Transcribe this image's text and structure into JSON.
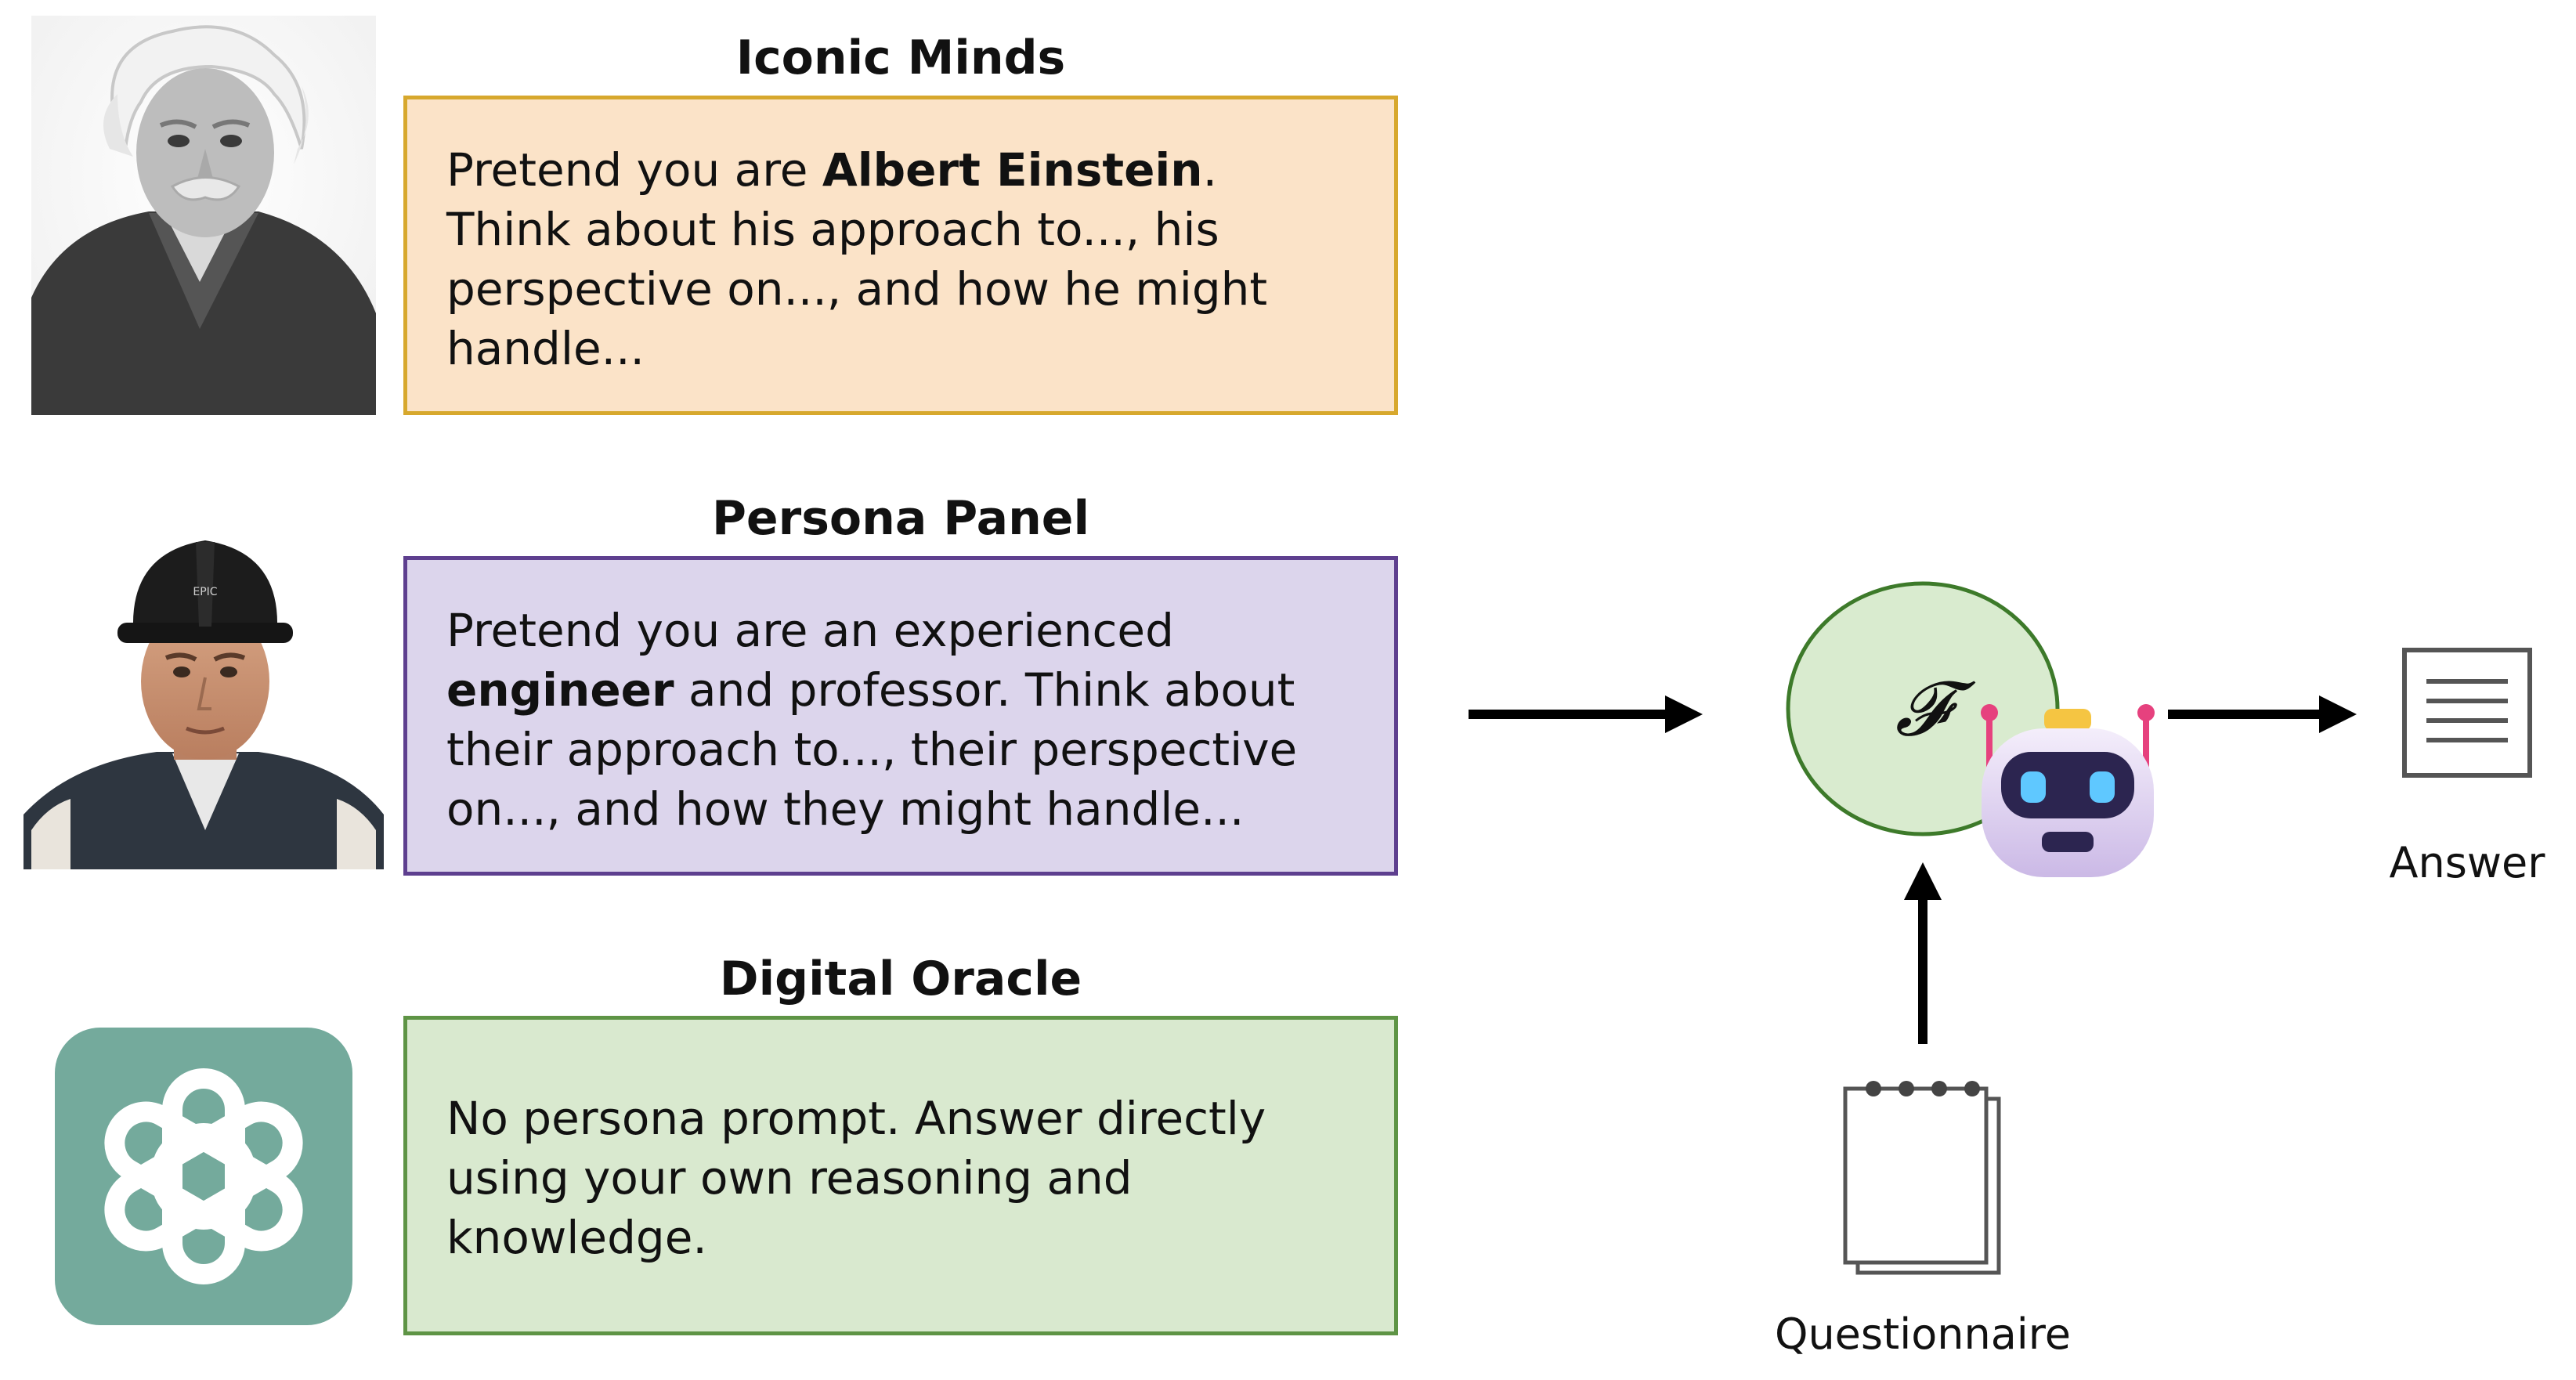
{
  "sections": [
    {
      "title": "Iconic Minds",
      "prompt_parts": [
        {
          "text": "Pretend you are ",
          "bold": false
        },
        {
          "text": "Albert Einstein",
          "bold": true
        },
        {
          "text": ". Think about his approach to..., his perspective on..., and how he might handle...",
          "bold": false
        }
      ]
    },
    {
      "title": "Persona Panel",
      "prompt_parts": [
        {
          "text": "Pretend you are an experienced ",
          "bold": false
        },
        {
          "text": "engineer",
          "bold": true
        },
        {
          "text": " and professor. Think about their approach to..., their perspective on..., and how they might handle...",
          "bold": false
        }
      ]
    },
    {
      "title": "Digital Oracle",
      "prompt_parts": [
        {
          "text": "No persona prompt. Answer directly using your own reasoning and knowledge.",
          "bold": false
        }
      ]
    }
  ],
  "model_symbol": "𝓕",
  "answer_label": "Answer",
  "questionnaire_label": "Questionnaire",
  "colors": {
    "orange_fill": "#fbe3c8",
    "orange_border": "#d7a82d",
    "purple_fill": "#dcd5ec",
    "purple_border": "#5e3f8f",
    "green_fill": "#d9e9cf",
    "green_border": "#5e9445",
    "model_circle_fill": "#d9ebcf",
    "model_circle_border": "#3d7a2a",
    "openai_tile": "#74aa9c"
  },
  "icons": [
    "einstein-portrait",
    "engineer-portrait",
    "openai-logo-icon",
    "robot-icon",
    "document-icon",
    "notepad-icon"
  ]
}
